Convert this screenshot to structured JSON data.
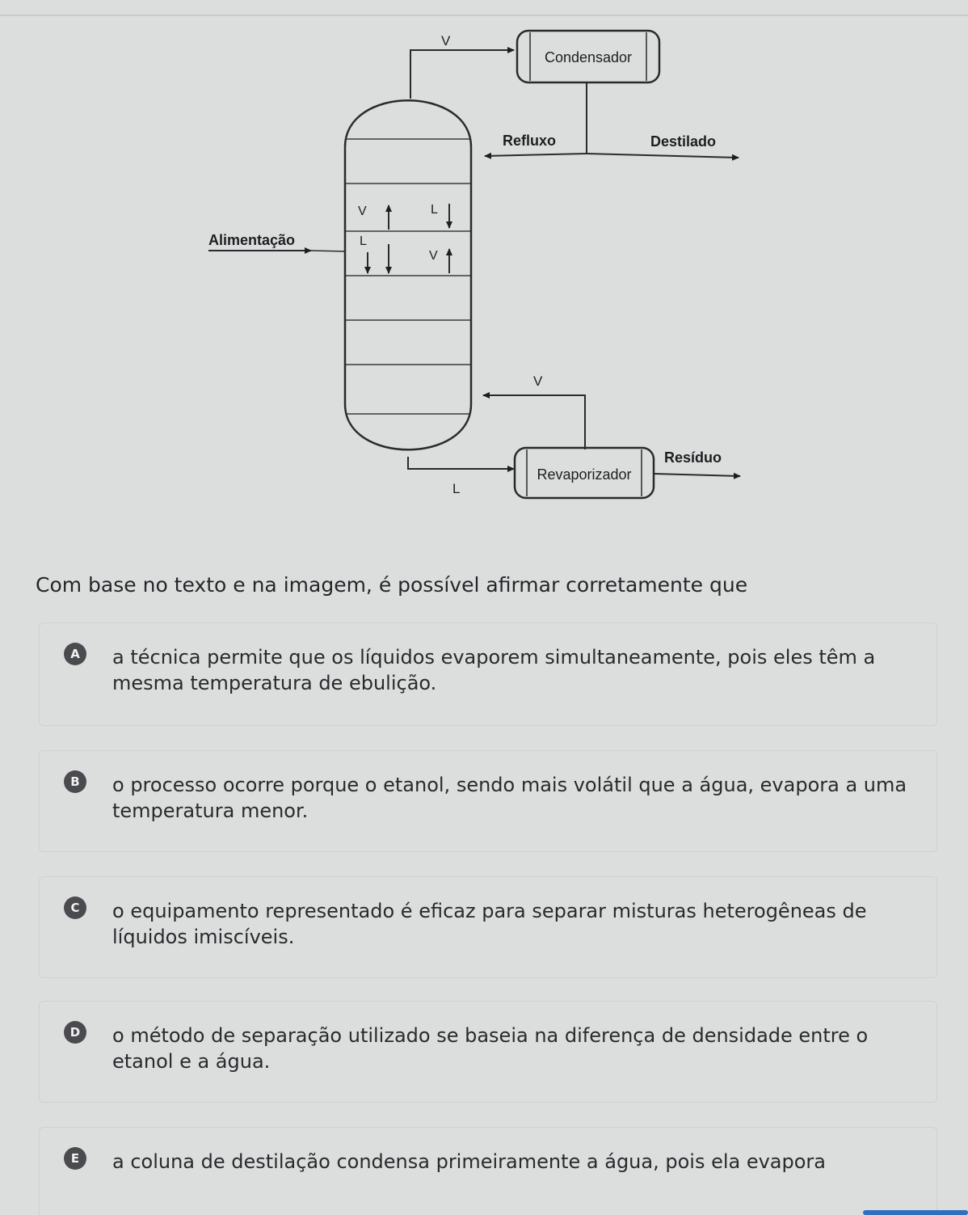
{
  "diagram": {
    "labels": {
      "vapor_top": "V",
      "condenser": "Condensador",
      "reflux": "Refluxo",
      "distillate": "Destilado",
      "feed": "Alimentação",
      "tray_v1": "V",
      "tray_l1": "L",
      "tray_l2": "L",
      "tray_v2": "V",
      "vapor_bottom": "V",
      "residue": "Resíduo",
      "reboiler": "Revaporizador",
      "liquid_bottom": "L"
    }
  },
  "question": "Com base no texto e na imagem, é possível afirmar corretamente que",
  "options": [
    {
      "letter": "A",
      "text": "a técnica permite que os líquidos evaporem simultaneamente, pois eles têm a mesma temperatura de ebulição."
    },
    {
      "letter": "B",
      "text": "o processo ocorre porque o etanol, sendo mais volátil que a água, evapora a uma temperatura menor."
    },
    {
      "letter": "C",
      "text": "o equipamento representado é eficaz para separar misturas heterogêneas de líquidos imiscíveis."
    },
    {
      "letter": "D",
      "text": "o método de separação utilizado se baseia na diferença de densidade entre o etanol e a água."
    },
    {
      "letter": "E",
      "text": "a coluna de destilação condensa primeiramente a água, pois ela evapora"
    }
  ]
}
